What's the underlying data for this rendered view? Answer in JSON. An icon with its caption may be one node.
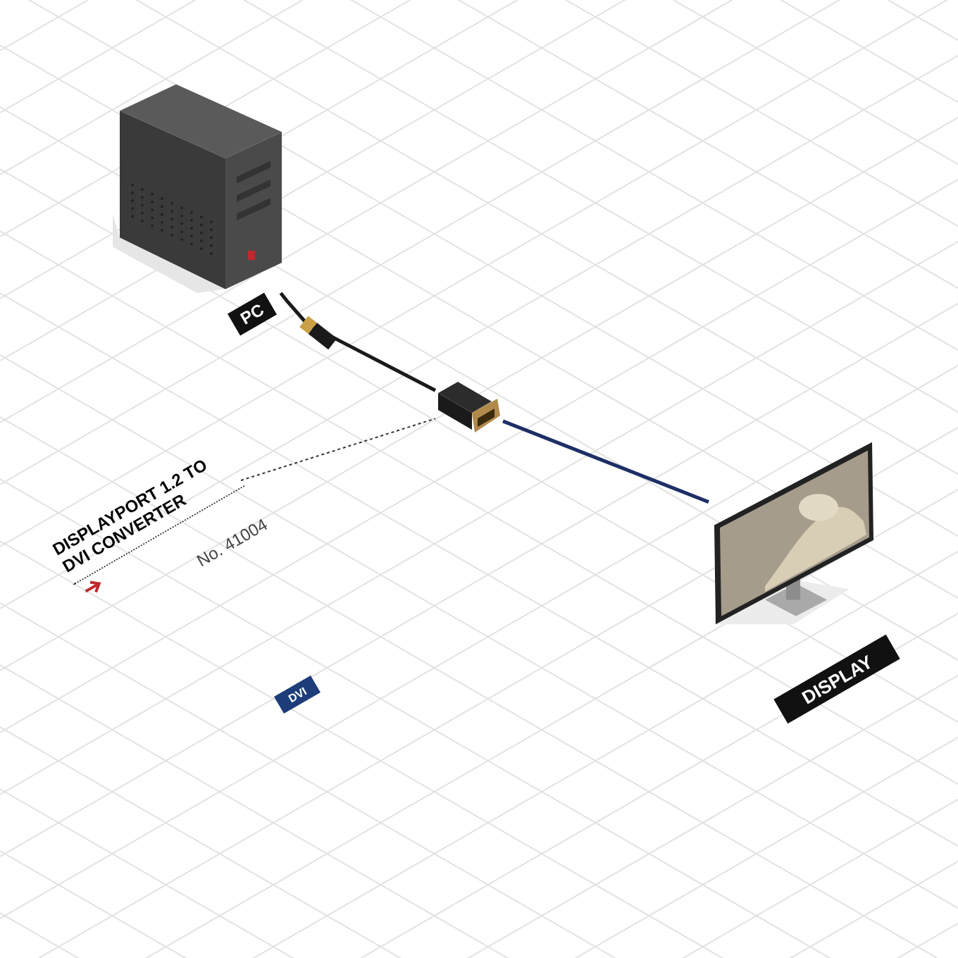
{
  "diagram": {
    "nodes": [
      {
        "text": [],
        "shape": "picture"
      },
      {
        "text": [
          "PC"
        ]
      },
      {
        "text": [],
        "shape": "picture"
      },
      {
        "text": [],
        "shape": "picture"
      },
      {
        "text": [
          "DISPLAY"
        ]
      },
      {
        "text": [
          "DISPLAYPORT 1.2 TO DVI CONVERTER",
          "No. 41004"
        ]
      },
      {
        "text": [
          "DVI"
        ]
      }
    ],
    "edges": [
      {
        "from": 0,
        "to": 2,
        "arrow": "none"
      },
      {
        "from": 2,
        "to": 3,
        "arrow": "none",
        "color": "#1e2f66"
      },
      {
        "from": 5,
        "to": 2,
        "arrow": "none",
        "style": "dashed"
      }
    ]
  }
}
